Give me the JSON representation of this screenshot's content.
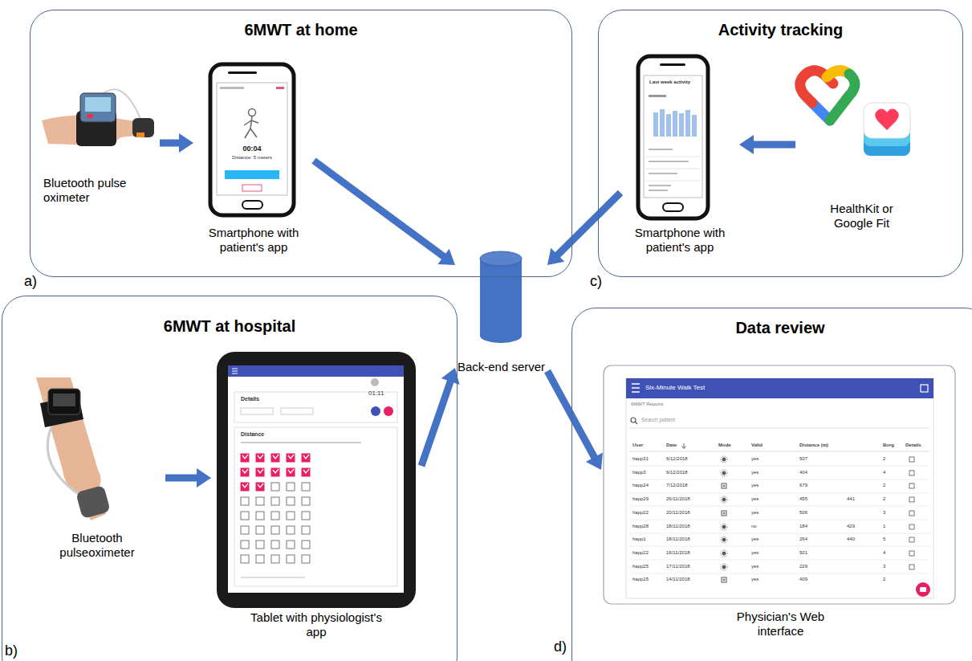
{
  "diagram": {
    "nodes": [
      {
        "text": [
          "6MWT at home"
        ]
      },
      {
        "text": [
          "Bluetooth pulse oximeter"
        ],
        "in": 0
      },
      {
        "text": [
          "Smartphone with patient's app"
        ],
        "in": 0
      },
      {
        "text": [
          "Activity tracking"
        ]
      },
      {
        "text": [
          "Smartphone with patient's app"
        ],
        "in": 3
      },
      {
        "text": [
          "HealthKit or Google Fit"
        ],
        "in": 3
      },
      {
        "text": [
          "Back-end server"
        ]
      },
      {
        "text": [
          "6MWT at hospital"
        ]
      },
      {
        "text": [
          "Bluetooth pulseoximeter"
        ],
        "in": 7
      },
      {
        "text": [
          "Tablet with physiologist's app"
        ],
        "in": 7
      },
      {
        "text": [
          "Data review"
        ]
      },
      {
        "text": [
          "Physician's Web interface"
        ],
        "in": 10
      }
    ],
    "edges": [
      {
        "from": 1,
        "to": 2,
        "arrow": "to"
      },
      {
        "from": 5,
        "to": 4,
        "arrow": "to"
      },
      {
        "from": 2,
        "to": 6,
        "arrow": "to"
      },
      {
        "from": 4,
        "to": 6,
        "arrow": "to"
      },
      {
        "from": 8,
        "to": 9,
        "arrow": "to"
      },
      {
        "from": 9,
        "to": 6,
        "arrow": "to"
      },
      {
        "from": 6,
        "to": 11,
        "arrow": "to"
      }
    ],
    "labels": [
      "00:04",
      "Distance: 5 meters",
      "a)",
      "Last week activity",
      "c)",
      "Details",
      "01:11",
      "Distance",
      "b)",
      "Six-Minute Walk Test",
      "6MWT Reports",
      "Search patient",
      "User",
      "Date",
      "Mode",
      "Valid",
      "Distance (m)",
      "Borg",
      "Details",
      "happ31",
      "6/12/2018",
      "yes",
      "507",
      "2",
      "happ3",
      "6/12/2018",
      "yes",
      "404",
      "4",
      "happ24",
      "7/12/2018",
      "yes",
      "679",
      "2",
      "happ29",
      "26/11/2018",
      "yes",
      "455",
      "441",
      "2",
      "happ22",
      "20/11/2018",
      "yes",
      "506",
      "3",
      "happ28",
      "18/11/2018",
      "no",
      "184",
      "429",
      "1",
      "happ1",
      "18/11/2018",
      "yes",
      "264",
      "440",
      "5",
      "happ22",
      "16/11/2018",
      "yes",
      "501",
      "4",
      "happ25",
      "17/11/2018",
      "yes",
      "229",
      "3",
      "happ15",
      "14/11/2018",
      "yes",
      "409",
      "2",
      "d)"
    ]
  }
}
